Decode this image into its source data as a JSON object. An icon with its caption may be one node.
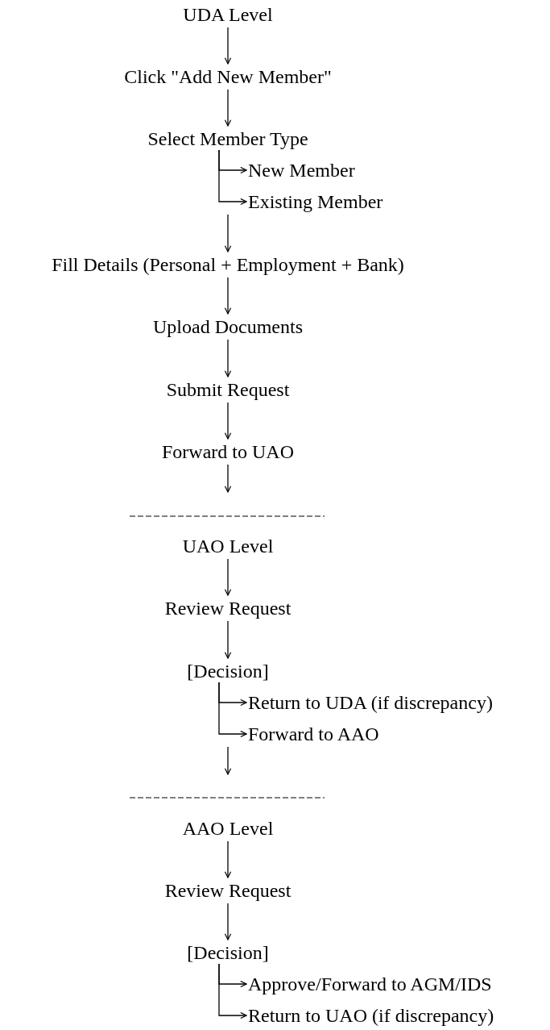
{
  "diagram": {
    "nodes": [
      {
        "text": [
          "UDA Level"
        ]
      },
      {
        "text": [
          "Click \"Add New Member\""
        ]
      },
      {
        "text": [
          "Select Member Type"
        ]
      },
      {
        "text": [
          "New Member"
        ]
      },
      {
        "text": [
          "Existing Member"
        ]
      },
      {
        "text": [
          "Fill Details (Personal + Employment + Bank)"
        ]
      },
      {
        "text": [
          "Upload Documents"
        ]
      },
      {
        "text": [
          "Submit Request"
        ]
      },
      {
        "text": [
          "Forward to UAO"
        ]
      },
      {
        "text": [
          "UAO Level"
        ]
      },
      {
        "text": [
          "Review Request"
        ]
      },
      {
        "text": [
          "[Decision]"
        ]
      },
      {
        "text": [
          "Return to UDA (if discrepancy)"
        ]
      },
      {
        "text": [
          "Forward to AAO"
        ]
      },
      {
        "text": [
          "AAO Level"
        ]
      },
      {
        "text": [
          "Review Request"
        ]
      },
      {
        "text": [
          "[Decision]"
        ]
      },
      {
        "text": [
          "Approve/Forward to AGM/IDS"
        ]
      },
      {
        "text": [
          "Return to UAO (if discrepancy)"
        ]
      }
    ],
    "edges": [
      {
        "from": 0,
        "to": 1,
        "arrow": "to"
      },
      {
        "from": 1,
        "to": 2,
        "arrow": "to"
      },
      {
        "from": 2,
        "to": 3,
        "arrow": "to"
      },
      {
        "from": 2,
        "to": 4,
        "arrow": "to"
      },
      {
        "from": 4,
        "to": 5,
        "arrow": "to"
      },
      {
        "from": 5,
        "to": 6,
        "arrow": "to"
      },
      {
        "from": 6,
        "to": 7,
        "arrow": "to"
      },
      {
        "from": 7,
        "to": 8,
        "arrow": "to"
      },
      {
        "from": 8,
        "to": null,
        "arrow": "to"
      },
      {
        "from": 9,
        "to": 10,
        "arrow": "to"
      },
      {
        "from": 10,
        "to": 11,
        "arrow": "to"
      },
      {
        "from": 11,
        "to": 12,
        "arrow": "to"
      },
      {
        "from": 11,
        "to": 13,
        "arrow": "to"
      },
      {
        "from": 13,
        "to": null,
        "arrow": "to"
      },
      {
        "from": 14,
        "to": 15,
        "arrow": "to"
      },
      {
        "from": 15,
        "to": 16,
        "arrow": "to"
      },
      {
        "from": 16,
        "to": 17,
        "arrow": "to"
      },
      {
        "from": 16,
        "to": 18,
        "arrow": "to"
      }
    ]
  }
}
